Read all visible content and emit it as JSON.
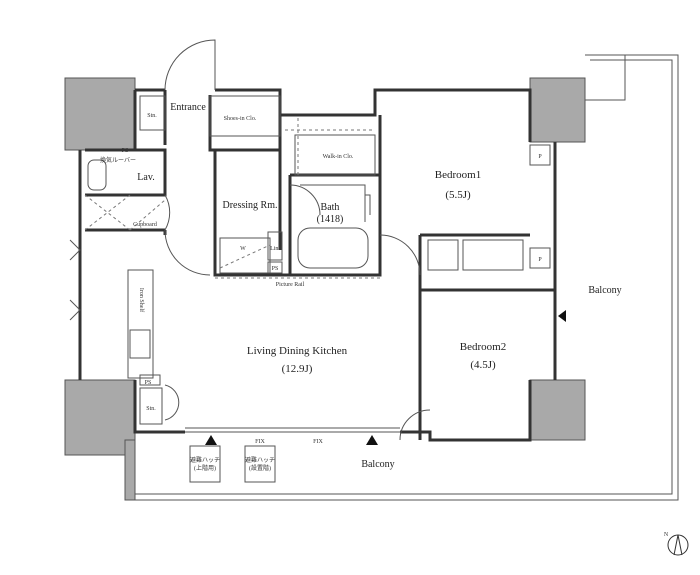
{
  "rooms": {
    "entrance": "Entrance",
    "storage": "Stn.",
    "shoes_in_closet": "Shoes-in Clo.",
    "walk_in_closet": "Walk-in Clo.",
    "lavatory": "Lav.",
    "cupboard": "Cupboard",
    "dressing_room": "Dressing Rm.",
    "washer": "W",
    "linen": "Lin.",
    "bath": "Bath",
    "bath_size": "(1418)",
    "picture_rail": "Picture Rail",
    "ps": "PS",
    "p": "P",
    "ironing_shelf": "Iron Shelf",
    "bedroom1": "Bedroom1",
    "bedroom1_size": "(5.5J)",
    "bedroom2": "Bedroom2",
    "bedroom2_size": "(4.5J)",
    "ldk": "Living Dining Kitchen",
    "ldk_size": "(12.9J)",
    "balcony_right": "Balcony",
    "balcony_bottom": "Balcony",
    "fix1": "FIX",
    "fix2": "FIX",
    "vent_louver": "換気ルーバー",
    "hatch_upper_1": "避難ハッチ",
    "hatch_upper_2": "(上階用)",
    "hatch_set_1": "避難ハッチ",
    "hatch_set_2": "(設置階)"
  },
  "compass": "N"
}
